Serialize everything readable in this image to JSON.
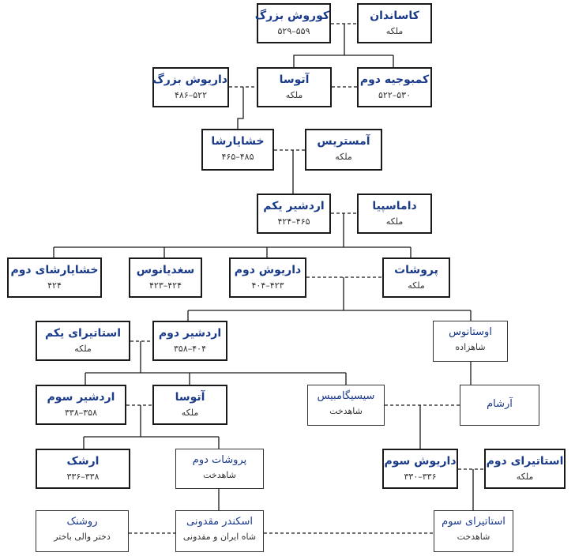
{
  "people": {
    "cyrus": {
      "name": "کوروش بزرگ",
      "sub": "۵۵۹–۵۲۹"
    },
    "kassandane": {
      "name": "کاساندان",
      "sub": "ملکه"
    },
    "darius1": {
      "name": "داریوش بزرگ",
      "sub": "۵۲۲–۴۸۶"
    },
    "atossa1": {
      "name": "آتوسا",
      "sub": "ملکه"
    },
    "cambyses": {
      "name": "کمبوجیه دوم",
      "sub": "۵۳۰–۵۲۲"
    },
    "xerxes1": {
      "name": "خشایارشا",
      "sub": "۴۸۵–۴۶۵"
    },
    "amestris": {
      "name": "آمستریس",
      "sub": "ملکه"
    },
    "artaxerxes1": {
      "name": "اردشیر یکم",
      "sub": "۴۶۵–۴۲۴"
    },
    "damaspia": {
      "name": "داماسپیا",
      "sub": "ملکه"
    },
    "xerxes2": {
      "name": "خشایارشای دوم",
      "sub": "۴۲۴"
    },
    "sogdianus": {
      "name": "سغدیانوس",
      "sub": "۴۲۴–۴۲۳"
    },
    "darius2": {
      "name": "داریوش دوم",
      "sub": "۴۲۳–۴۰۴"
    },
    "parysatis1": {
      "name": "پروشات",
      "sub": "ملکه"
    },
    "stateira1": {
      "name": "استاتیرای یکم",
      "sub": "ملکه"
    },
    "artaxerxes2": {
      "name": "اردشیر دوم",
      "sub": "۴۰۴–۳۵۸"
    },
    "ostanes": {
      "name": "اوستانوس",
      "sub": "شاهزاده"
    },
    "artaxerxes3": {
      "name": "اردشیر سوم",
      "sub": "۳۵۸–۳۳۸"
    },
    "atossa2": {
      "name": "آتوسا",
      "sub": "ملکه"
    },
    "sisygambis": {
      "name": "سیسیگامبیس",
      "sub": "شاهدخت"
    },
    "arsames": {
      "name": "آرشام",
      "sub": ""
    },
    "arses": {
      "name": "ارشک",
      "sub": "۳۳۸–۳۳۶"
    },
    "parysatis2": {
      "name": "پروشات دوم",
      "sub": "شاهدخت"
    },
    "darius3": {
      "name": "داریوش سوم",
      "sub": "۳۳۶–۳۳۰"
    },
    "stateira2": {
      "name": "استاتیرای دوم",
      "sub": "ملکه"
    },
    "roxana": {
      "name": "روشنک",
      "sub": "دختر والی باختر"
    },
    "alexander": {
      "name": "اسکندر مقدونی",
      "sub": "شاه ایران و مقدونی"
    },
    "stateira3": {
      "name": "استاتیرای سوم",
      "sub": "شاهدخت"
    }
  }
}
